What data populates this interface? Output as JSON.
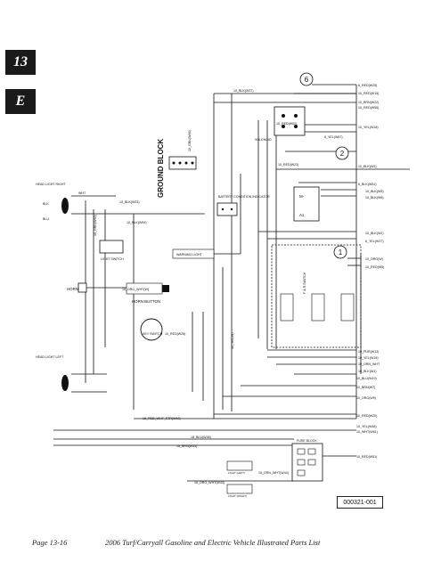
{
  "tabs": {
    "chapter": "13",
    "section": "E"
  },
  "footer": {
    "page": "Page 13-16",
    "title": "2006 Turf/Carryall Gasoline and Electric Vehicle Illustrated Parts List"
  },
  "figure_code": "000321-001",
  "callouts": [
    "1",
    "2",
    "6"
  ],
  "blocks": {
    "ground_block": "GROUND BLOCK",
    "solenoid": "SOLENOID",
    "fuse_block": "FUSE BLOCK",
    "battery_indicator": "BATTERY CONDITION INDICATOR",
    "light_switch": "LIGHT SWITCH",
    "horn_button": "HORN BUTTON",
    "horn": "HORN",
    "key_switch": "KEY SWITCH",
    "warning_light": "WARNING LIGHT",
    "fnr_switch": "F & R SWITCH",
    "head_light_right": "HEAD LIGHT RIGHT",
    "head_light_left": "HEAD LIGHT LEFT",
    "tail_light_left": "LIGHT (LEFT)",
    "tail_light_right": "LIGHT (RIGHT)"
  },
  "wires_right": [
    "6_RED(W25)",
    "10_RED(W15)",
    "10_BRN(W22)",
    "10_RED(W55)",
    "10_YEL(W18)",
    "6_YEL(W67)",
    "10_BLK(W3)",
    "6_BLK(W51)",
    "10_BLK(W5)",
    "10_BLK(W6)",
    "10_BLK(W1)",
    "6_YEL(W17)",
    "10_ORG(W)",
    "10_RED(W5)",
    "10_PUR(W13)",
    "10_YEL(W15)",
    "10_ORN_WHT",
    "10_BLK(W1)",
    "10_BLU(W10)",
    "10_BRN(W7)",
    "10_ORG(W9)",
    "10_RED(W20)",
    "10_YEL(W48)",
    "10_WHT(W61)",
    "10_RED(W51)"
  ],
  "wires_other": [
    "10_BLK(W37)",
    "10_RED(W52)",
    "10_RED(W23)",
    "10_BLK(W33)",
    "10_BLK(W44)",
    "10_ORG_WHT(W)",
    "10_RED(W26)",
    "10_GRN(W66)",
    "10_YEL(W)",
    "10_GRN(W60)",
    "16_RED_WHT_STR(W42)",
    "16_BLU(W46)",
    "16_BRN(W45)",
    "16_ORG_WHT(W43)",
    "16_GRN_WHT(W44)",
    "BLK",
    "WHT",
    "BLU"
  ]
}
